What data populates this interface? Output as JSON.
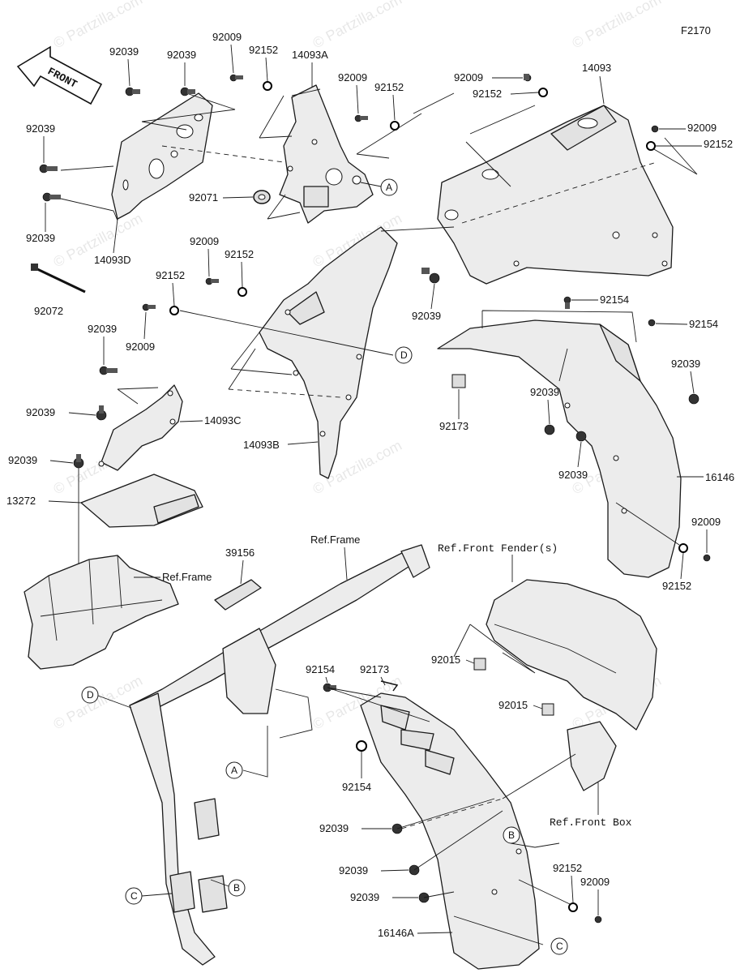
{
  "figure_code": "F2170",
  "front_label": "FRONT",
  "watermark": "© Partzilla.com",
  "labels": {
    "p92039_a": "92039",
    "p92039_b": "92039",
    "p92039_c": "92039",
    "p92039_d": "92039",
    "p92039_e": "92039",
    "p92039_f": "92039",
    "p92039_g": "92039",
    "p92039_h": "92039",
    "p92039_i": "92039",
    "p92039_j": "92039",
    "p92039_k": "92039",
    "p92039_l": "92039",
    "p92039_m": "92039",
    "p92039_n": "92039",
    "p92009_a": "92009",
    "p92009_b": "92009",
    "p92009_c": "92009",
    "p92009_d": "92009",
    "p92009_e": "92009",
    "p92009_f": "92009",
    "p92009_g": "92009",
    "p92009_h": "92009",
    "p92152_a": "92152",
    "p92152_b": "92152",
    "p92152_c": "92152",
    "p92152_d": "92152",
    "p92152_e": "92152",
    "p92152_f": "92152",
    "p92152_g": "92152",
    "p92152_h": "92152",
    "p92154_a": "92154",
    "p92154_b": "92154",
    "p92154_c": "92154",
    "p92154_d": "92154",
    "p92173_a": "92173",
    "p92173_b": "92173",
    "p92015_a": "92015",
    "p92015_b": "92015",
    "p92071": "92071",
    "p92072": "92072",
    "p13272": "13272",
    "p39156": "39156",
    "p14093": "14093",
    "p14093A": "14093A",
    "p14093B": "14093B",
    "p14093C": "14093C",
    "p14093D": "14093D",
    "p16146": "16146",
    "p16146A": "16146A"
  },
  "refs": {
    "frame_a": "Ref.Frame",
    "frame_b": "Ref.Frame",
    "front_fenders": "Ref.Front Fender(s)",
    "front_box": "Ref.Front Box"
  },
  "callouts": {
    "A1": "A",
    "A2": "A",
    "B1": "B",
    "B2": "B",
    "C1": "C",
    "C2": "C",
    "D1": "D",
    "D2": "D"
  }
}
